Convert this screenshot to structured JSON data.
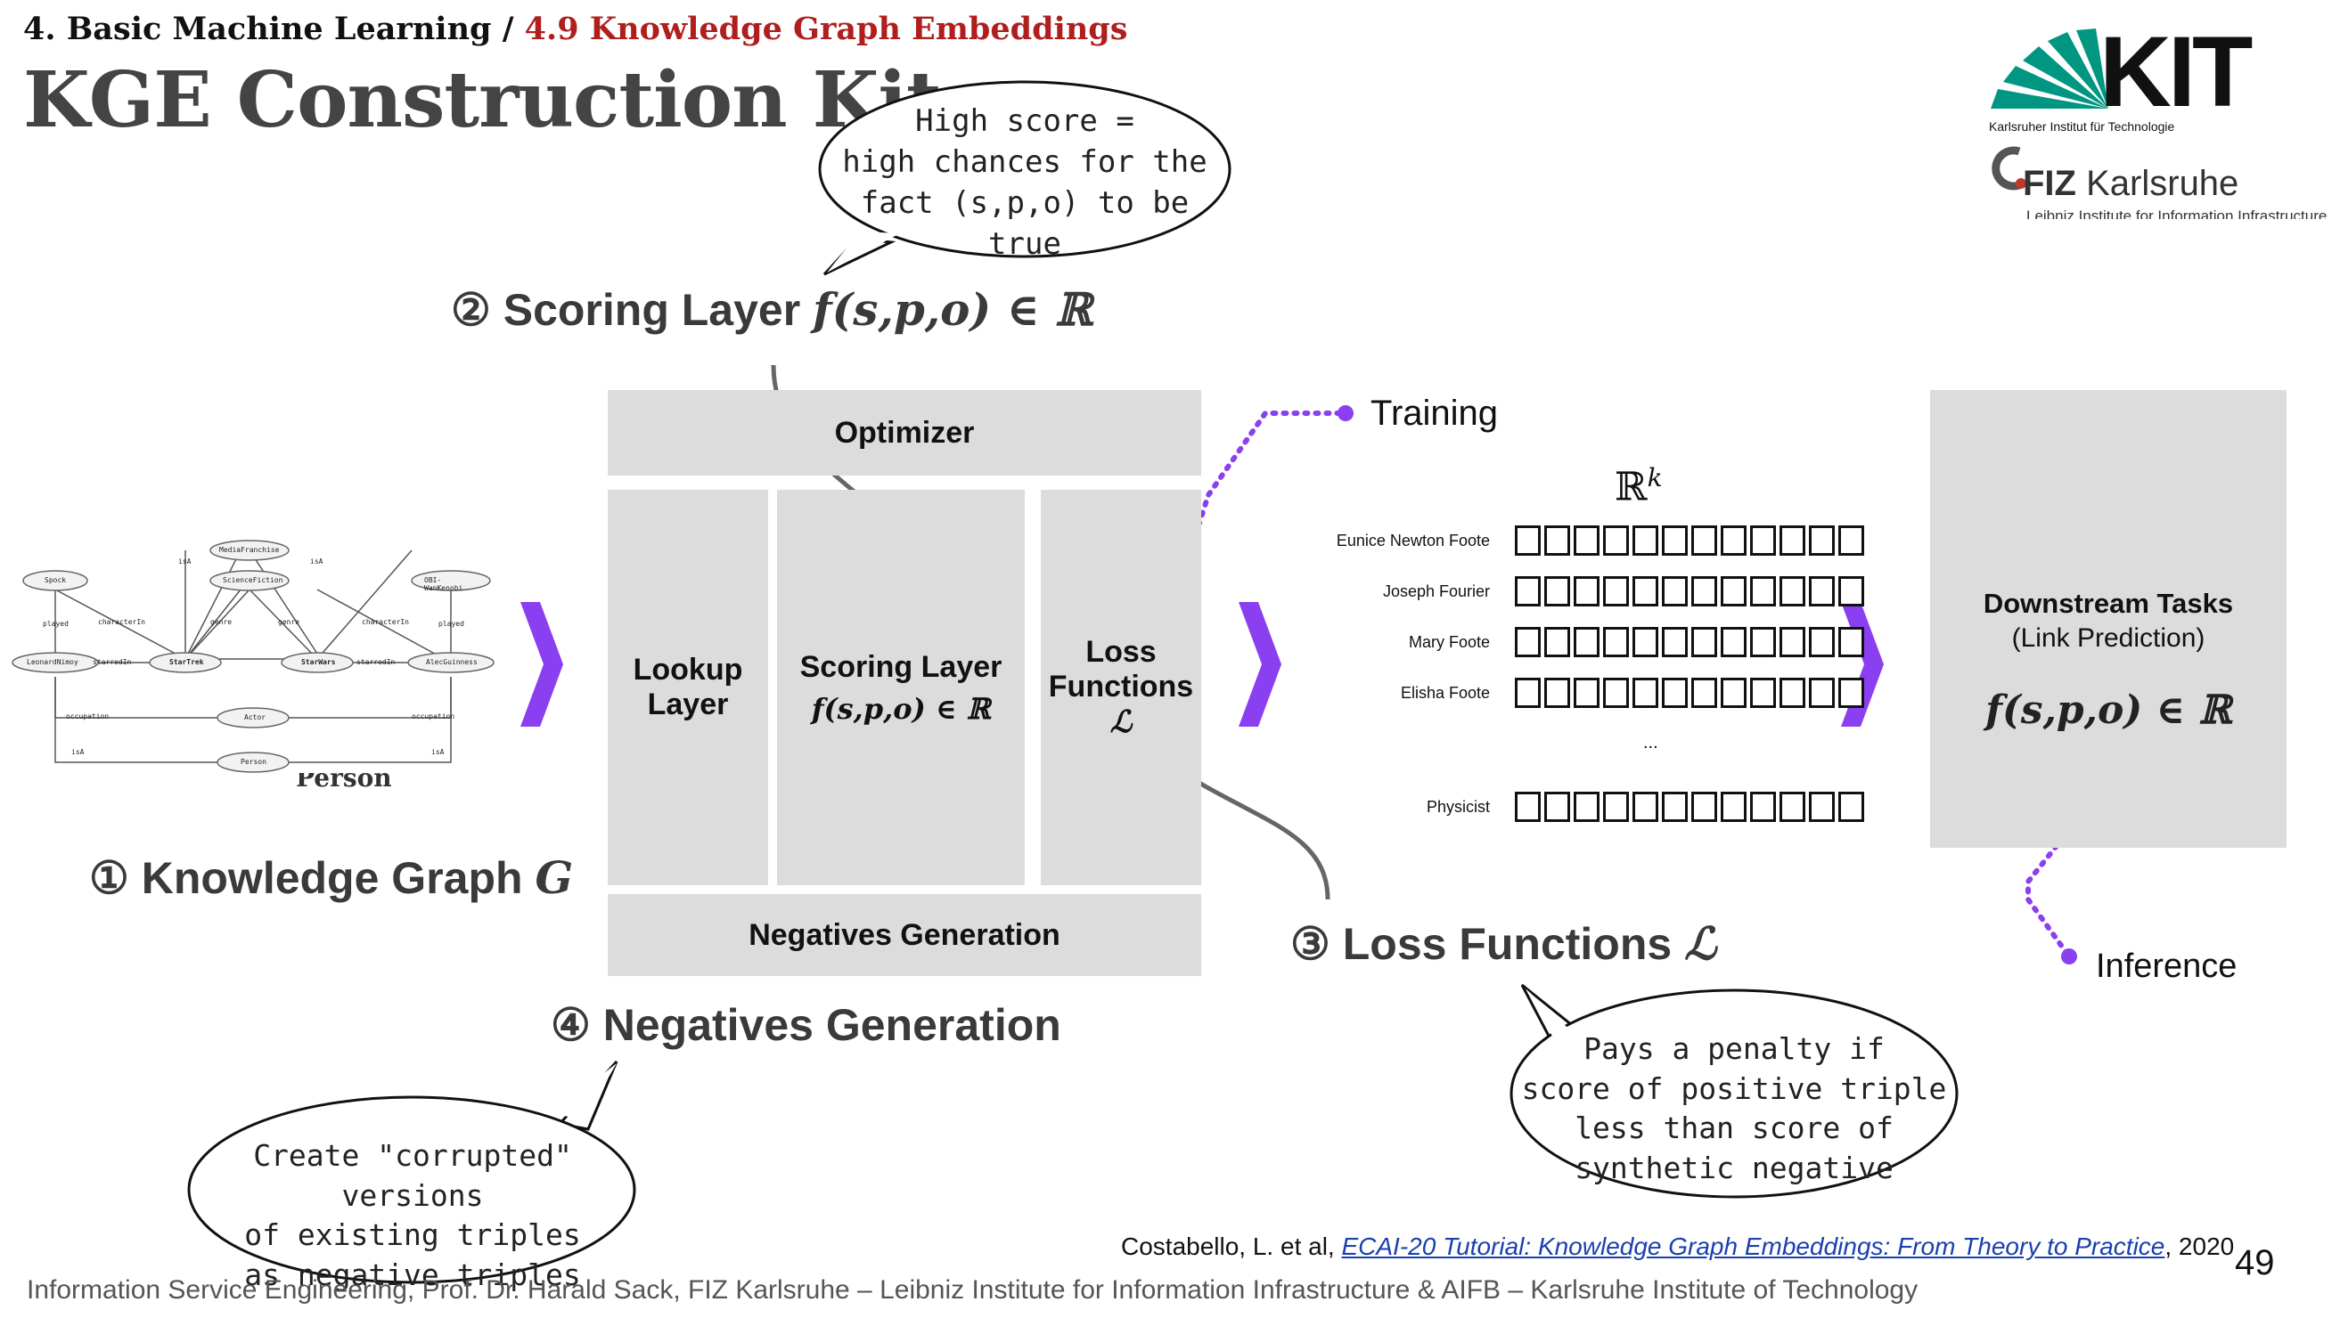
{
  "header": {
    "breadcrumb_main": "4. Basic Machine Learning /",
    "breadcrumb_sub": "4.9 Knowledge Graph Embeddings",
    "title": "KGE Construction Kit"
  },
  "logos": {
    "kit_text": "KIT",
    "kit_sub": "Karlsruher Institut für Technologie",
    "fiz_bold": "FIZ",
    "fiz_text": "Karlsruhe",
    "fiz_sub": "Leibniz Institute for Information Infrastructure"
  },
  "callouts": {
    "scoring_bubble": [
      "High score =",
      "high chances for the",
      "fact (s,p,o) to be true"
    ],
    "negatives_bubble": [
      "Create \"corrupted\" versions",
      "of existing triples",
      "as negative triples"
    ],
    "loss_bubble": [
      "Pays a penalty if",
      "score of positive triple",
      "less than score of",
      "synthetic negative"
    ]
  },
  "steps": {
    "scoring_num": "②",
    "scoring_label": "Scoring Layer",
    "scoring_formula": "f(s,p,o) ∈ ℝ",
    "kg_num": "①",
    "kg_label": "Knowledge Graph",
    "kg_symbol": "G",
    "neg_num": "④",
    "neg_label": "Negatives Generation",
    "loss_num": "③",
    "loss_label": "Loss Functions",
    "loss_symbol": "ℒ"
  },
  "kit_boxes": {
    "optimizer": "Optimizer",
    "lookup": [
      "Lookup",
      "Layer"
    ],
    "scoring": "Scoring Layer",
    "scoring_formula": "f(s,p,o) ∈ ℝ",
    "loss": [
      "Loss",
      "Functions",
      "ℒ"
    ],
    "negatives": "Negatives Generation"
  },
  "graph": {
    "nodes": [
      "MediaFranchise",
      "ScienceFiction",
      "Spock",
      "OBI-WanKenobi",
      "LeonardNimoy",
      "StarTrek",
      "StarWars",
      "AlecGuinness",
      "Actor",
      "Person"
    ],
    "edge_labels": [
      "isA",
      "isA",
      "genre",
      "genre",
      "characterIn",
      "characterIn",
      "played",
      "played",
      "starredIn",
      "starredIn",
      "occupation",
      "occupation",
      "isA",
      "isA"
    ],
    "caption_fragment": "Person"
  },
  "embedding": {
    "training_label": "Training",
    "space_symbol": "ℝ",
    "space_exp": "k",
    "rows": [
      "Eunice Newton Foote",
      "Joseph Fourier",
      "Mary Foote",
      "Elisha Foote"
    ],
    "ellipsis": "...",
    "last_row": "Physicist",
    "cells_per_row": 12
  },
  "downstream": {
    "title": "Downstream Tasks",
    "subtitle": "(Link Prediction)",
    "formula": "f(s,p,o) ∈ ℝ",
    "inference_label": "Inference"
  },
  "colors": {
    "accent_purple": "#8a3ff0",
    "box_gray": "#dcdcdc",
    "crumb_red": "#b01e1e",
    "kit_green": "#009682"
  },
  "citation": {
    "prefix": "Costabello, L. et al,",
    "link_text": "ECAI-20 Tutorial: Knowledge Graph Embeddings: From Theory to Practice",
    "suffix": ", 2020"
  },
  "footer": "Information Service Engineering, Prof. Dr. Harald Sack, FIZ Karlsruhe – Leibniz Institute for Information Infrastructure & AIFB – Karlsruhe Institute of Technology",
  "page_number": "49"
}
